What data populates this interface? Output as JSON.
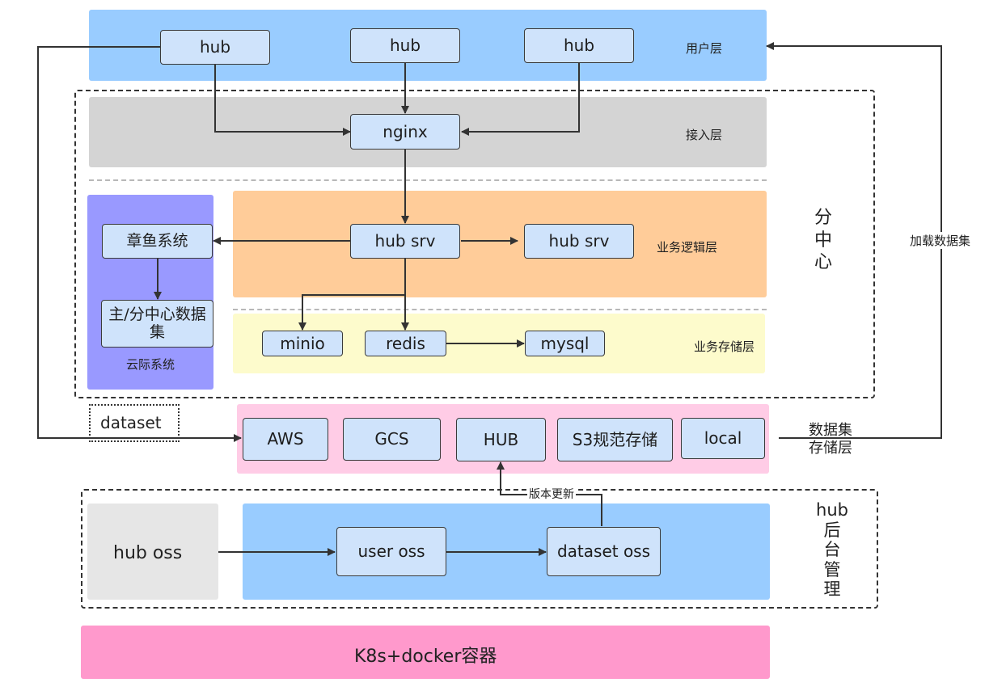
{
  "layers": {
    "user": "用户层",
    "access": "接入层",
    "logic": "业务逻辑层",
    "storage": "业务存储层",
    "dataset_storage": "数据集\n存储层",
    "sub_center": "分\n中\n心",
    "hub_admin": "hub\n后\n台\n管\n理",
    "container": "K8s+docker容器"
  },
  "nodes": {
    "hub1": "hub",
    "hub2": "hub",
    "hub3": "hub",
    "nginx": "nginx",
    "hub_srv_main": "hub srv",
    "hub_srv_second": "hub srv",
    "zhangyu": "章鱼系统",
    "dataset_main": "主/分中心数据集",
    "yunji": "云际系统",
    "minio": "minio",
    "redis": "redis",
    "mysql": "mysql",
    "dataset_tag": "dataset",
    "aws": "AWS",
    "gcs": "GCS",
    "hub_store": "HUB",
    "s3": "S3规范存储",
    "local": "local",
    "hub_oss": "hub oss",
    "user_oss": "user oss",
    "dataset_oss": "dataset oss"
  },
  "edge_labels": {
    "load_dataset": "加载数据集",
    "version_update": "版本更新"
  },
  "colors": {
    "user_band": "#99ccff",
    "access_band": "#d4d4d4",
    "logic_band": "#ffcc99",
    "storage_band": "#fdfbcc",
    "yunji_band": "#9999ff",
    "dataset_band": "#ffcce6",
    "admin_blue": "#99ccff",
    "hub_oss_gray": "#e6e6e6",
    "container": "#ff99cc",
    "node_fill": "#cfe3fb"
  }
}
